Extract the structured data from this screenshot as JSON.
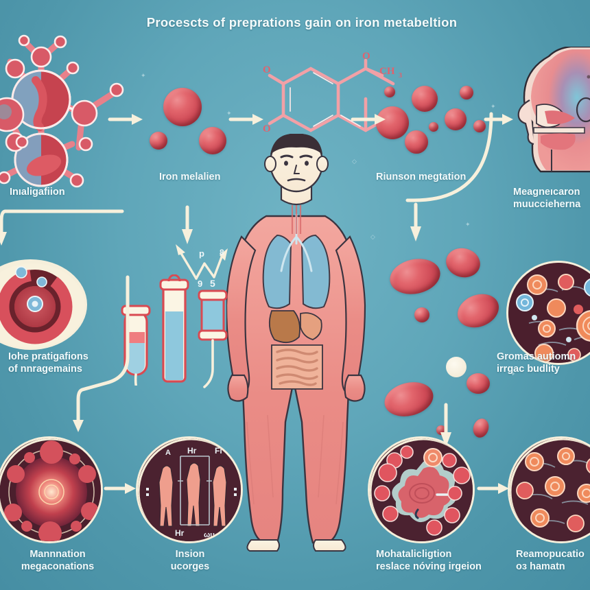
{
  "poster": {
    "title": "Procescts of preprations gain on iron metabeltion",
    "background_color": "#5fa6b9",
    "accent_color": "#f6efdb",
    "cell_color": "#d04b58"
  },
  "labels": [
    {
      "id": "initiation",
      "text": "Inıaligafiion"
    },
    {
      "id": "iron-metabolism",
      "text": "Iron melalien"
    },
    {
      "id": "rumination",
      "text": "Riunson megtation"
    },
    {
      "id": "megaloblastic",
      "text": "Meagneıcaron\nmuuccieherna"
    },
    {
      "id": "iron-preparations",
      "text": "Iohe pratigafions\nof nnragemains"
    },
    {
      "id": "gromas-autoimmune",
      "text": "Gromas autiomn\nirrgac budlity"
    },
    {
      "id": "maturation",
      "text": "Mannnation\nmegaconations"
    },
    {
      "id": "lesion-usages",
      "text": "Insion\nucorges"
    },
    {
      "id": "mobilization",
      "text": "Mohatalicligtion\nreslace nóving irgeion"
    },
    {
      "id": "reabsorption",
      "text": "Reamopucatio\noз hamatn"
    }
  ],
  "chem": {
    "oxygen_top": "O",
    "oxygen_left_upper": "O",
    "oxygen_left_lower": "O",
    "methyl": "CH",
    "methyl_sub": "3"
  },
  "minichart": {
    "tick_a": "p",
    "tick_b": "9",
    "tick_c": "5",
    "tick_d": "8"
  },
  "figures_panel": {
    "label_left": "A",
    "label_mid": "Hr",
    "label_right": "Fl",
    "label_bottom_left": "Hr",
    "label_bottom_right": "ωu"
  },
  "icons": {
    "molecule": "molecule-icon",
    "red_blood_cell": "red-blood-cell-icon",
    "naphthoquinone": "chemical-structure-icon",
    "head_anatomy": "head-anatomy-icon",
    "body_anatomy": "human-body-anatomy-icon",
    "cell_cross_section": "cell-cross-section-icon",
    "test_tube": "test-tube-icon",
    "micrograph": "micrograph-icon",
    "arrow": "arrow-icon"
  }
}
